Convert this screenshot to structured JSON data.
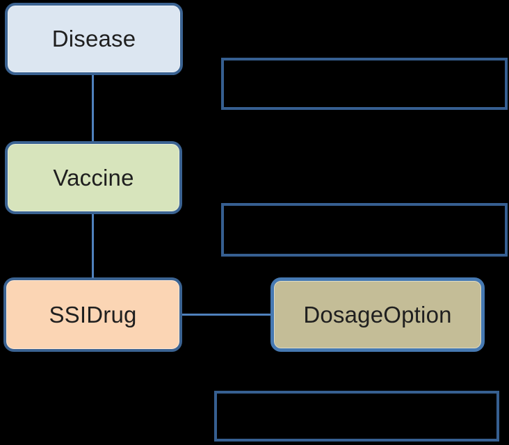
{
  "diagram": {
    "background": "#000000",
    "nodes": {
      "disease": {
        "label": "Disease",
        "fill": "#dce6f1",
        "border": "#3b6392",
        "text_color": "#1f1f1f"
      },
      "vaccine": {
        "label": "Vaccine",
        "fill": "#d7e4bc",
        "border": "#3b6392",
        "text_color": "#1f1f1f"
      },
      "ssidrug": {
        "label": "SSIDrug",
        "fill": "#fbd5b4",
        "border": "#3b6392",
        "text_color": "#1f1f1f"
      },
      "dosage_option": {
        "label": "DosageOption",
        "fill": "#c4bd97",
        "border": "#4679b2",
        "text_color": "#1f1f1f"
      }
    },
    "connectors": [
      {
        "name": "disease-to-vaccine",
        "type": "vertical",
        "color": "#4f81bd"
      },
      {
        "name": "vaccine-to-ssidrug",
        "type": "vertical",
        "color": "#4f81bd"
      },
      {
        "name": "ssidrug-to-dosageoption",
        "type": "horizontal",
        "color": "#4f81bd"
      }
    ],
    "placeholders": [
      {
        "name": "empty-box-1",
        "border": "#365f91"
      },
      {
        "name": "empty-box-2",
        "border": "#365f91"
      },
      {
        "name": "empty-box-3",
        "border": "#365f91"
      }
    ]
  }
}
